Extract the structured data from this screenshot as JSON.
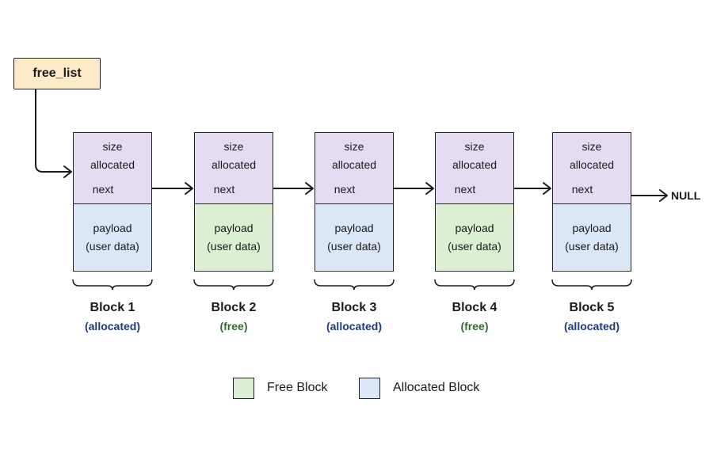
{
  "free_list_label": "free_list",
  "null_label": "NULL",
  "field_labels": {
    "size": "size",
    "allocated": "allocated",
    "next": "next",
    "payload": "payload",
    "payload_detail": "(user data)"
  },
  "blocks": [
    {
      "name": "Block 1",
      "state": "(allocated)",
      "kind": "allocated"
    },
    {
      "name": "Block 2",
      "state": "(free)",
      "kind": "free"
    },
    {
      "name": "Block 3",
      "state": "(allocated)",
      "kind": "allocated"
    },
    {
      "name": "Block 4",
      "state": "(free)",
      "kind": "free"
    },
    {
      "name": "Block 5",
      "state": "(allocated)",
      "kind": "allocated"
    }
  ],
  "legend": [
    {
      "label": "Free Block",
      "kind": "free"
    },
    {
      "label": "Allocated Block",
      "kind": "allocated"
    }
  ],
  "colors": {
    "free_list_fill": "#fdebc8",
    "header_fill": "#e6dcf2",
    "free_fill": "#dcefd2",
    "allocated_fill": "#dbe6f6",
    "free_text": "#2f6b2f",
    "allocated_text": "#1f3a7a",
    "line": "#1a1a1a"
  }
}
